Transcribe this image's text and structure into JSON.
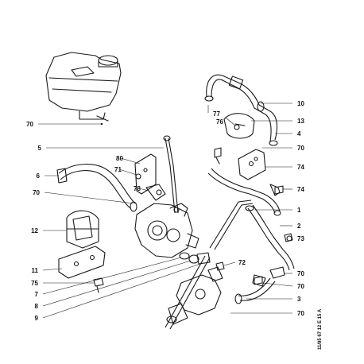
{
  "diagram": {
    "labels_left": [
      "70",
      "5",
      "80",
      "71",
      "6",
      "78",
      "70",
      "12",
      "11",
      "75",
      "7",
      "8",
      "9"
    ],
    "labels_right": [
      "10",
      "77",
      "76",
      "13",
      "4",
      "70",
      "74",
      "74",
      "1",
      "2",
      "73",
      "72",
      "70",
      "70",
      "3",
      "70"
    ],
    "footer_code": "11/95  67   12 E 15 A"
  }
}
